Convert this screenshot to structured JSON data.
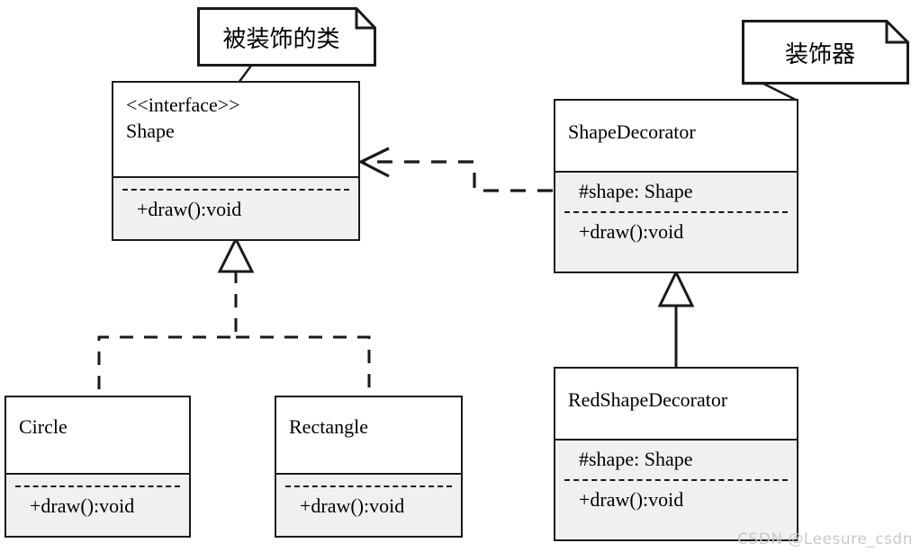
{
  "diagram": {
    "title": "Decorator pattern UML class diagram",
    "colors": {
      "stroke": "#1a1a1a",
      "class_header_fill": "#ffffff",
      "class_body_fill": "#f0f0f0",
      "page_background": "#ffffff",
      "watermark": "#c9c9c9"
    },
    "classes": [
      {
        "id": "shape",
        "stereotype": "<<interface>>",
        "name": "Shape",
        "attributes": [],
        "operations": [
          "+draw():void"
        ]
      },
      {
        "id": "shape-decorator",
        "stereotype": "",
        "name": "ShapeDecorator",
        "attributes": [
          "#shape: Shape"
        ],
        "operations": [
          "+draw():void"
        ]
      },
      {
        "id": "red-shape-decorator",
        "stereotype": "",
        "name": "RedShapeDecorator",
        "attributes": [
          "#shape: Shape"
        ],
        "operations": [
          "+draw():void"
        ]
      },
      {
        "id": "circle",
        "stereotype": "",
        "name": "Circle",
        "attributes": [],
        "operations": [
          "+draw():void"
        ]
      },
      {
        "id": "rectangle",
        "stereotype": "",
        "name": "Rectangle",
        "attributes": [],
        "operations": [
          "+draw():void"
        ]
      }
    ],
    "notes": [
      {
        "id": "note-decorated-class",
        "text": "被装饰的类",
        "attached_to": "shape"
      },
      {
        "id": "note-decorator",
        "text": "装饰器",
        "attached_to": "shape-decorator"
      }
    ],
    "relations": [
      {
        "id": "rel-decorator-realizes-shape",
        "type": "realization",
        "line": "dashed",
        "arrowhead": "open",
        "from": "ShapeDecorator",
        "to": "Shape"
      },
      {
        "id": "rel-circle-realizes-shape",
        "type": "realization",
        "line": "dashed",
        "arrowhead": "hollow-triangle",
        "from": "Circle",
        "to": "Shape"
      },
      {
        "id": "rel-rectangle-realizes-shape",
        "type": "realization",
        "line": "dashed",
        "arrowhead": "hollow-triangle",
        "from": "Rectangle",
        "to": "Shape"
      },
      {
        "id": "rel-red-extends-decorator",
        "type": "generalization",
        "line": "solid",
        "arrowhead": "hollow-triangle",
        "from": "RedShapeDecorator",
        "to": "ShapeDecorator"
      }
    ]
  },
  "watermark": {
    "text": "CSDN @Leesure_csdn"
  }
}
